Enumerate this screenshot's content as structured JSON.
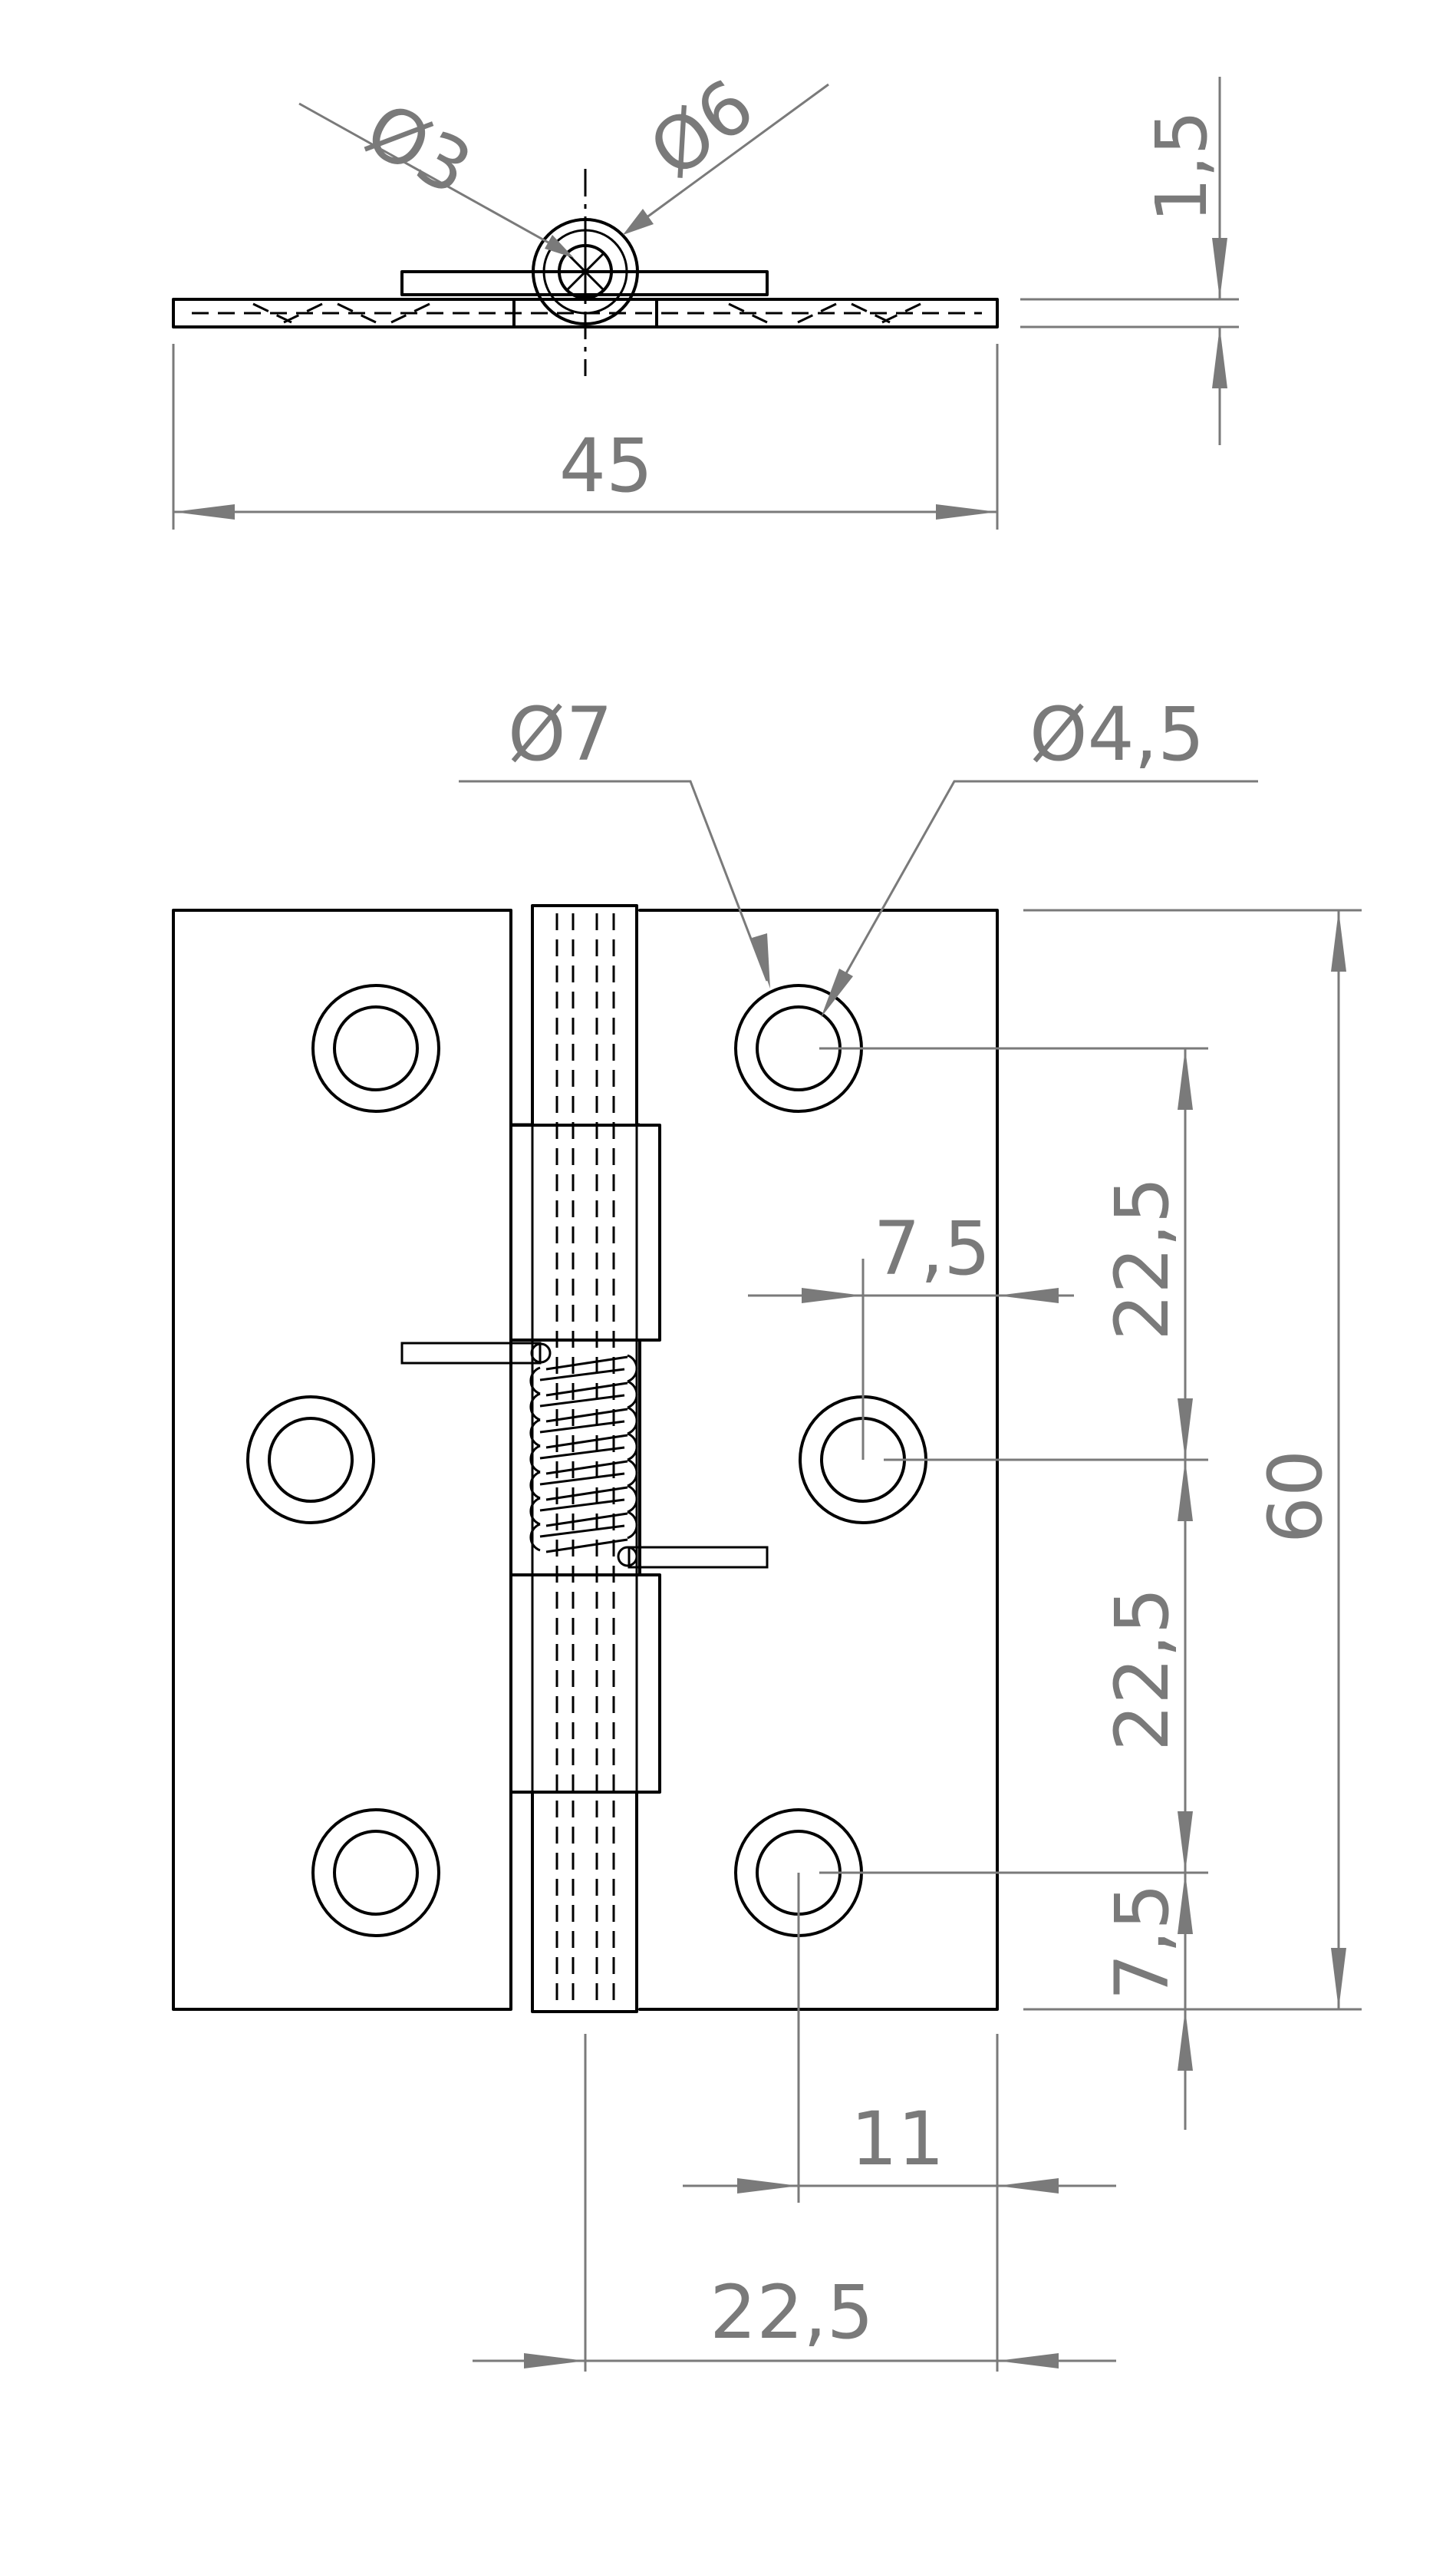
{
  "colors": {
    "object": "#000000",
    "dimension": "#7a7a7a",
    "background": "#ffffff"
  },
  "dimensions": {
    "top_pin_diameter": "3",
    "top_knuckle_diameter": "6",
    "top_thickness": "1,5",
    "top_width": "45",
    "hole_counterbore_diameter": "7",
    "hole_diameter": "4,5",
    "middle_hole_offset": "7,5",
    "hole_spacing_upper": "22,5",
    "hole_spacing_lower": "22,5",
    "height": "60",
    "bottom_hole_offset": "7,5",
    "hole_from_edge": "11",
    "leaf_width": "22,5"
  },
  "diameter_symbol": "Ø"
}
